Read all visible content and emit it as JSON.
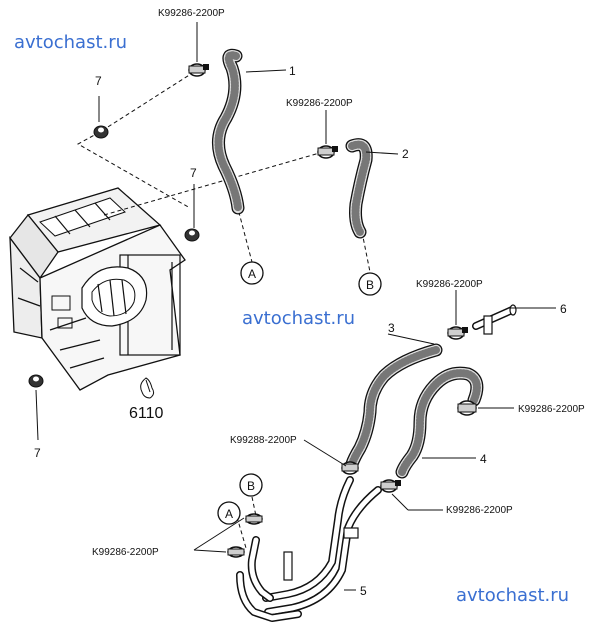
{
  "watermarks": [
    "avtochast.ru",
    "avtochast.ru",
    "avtochast.ru"
  ],
  "clamp_part_numbers": {
    "top_left": "K99286-2200P",
    "hose2": "K99286-2200P",
    "hose6": "K99286-2200P",
    "hose4_upper": "K99286-2200P",
    "pipe_joint": "K99288-2200P",
    "hose4_lower": "K99286-2200P",
    "connectors": "K99286-2200P"
  },
  "callouts": {
    "hose_1": "1",
    "hose_2": "2",
    "hose_3": "3",
    "hose_4": "4",
    "pipe_5": "5",
    "fitting_6": "6",
    "grommet_7_upper": "7",
    "grommet_7_middle": "7",
    "grommet_7_lower": "7"
  },
  "unit_code": "6110",
  "connector_markers": {
    "upper_a": "A",
    "upper_b": "B",
    "lower_a": "A",
    "lower_b": "B"
  }
}
